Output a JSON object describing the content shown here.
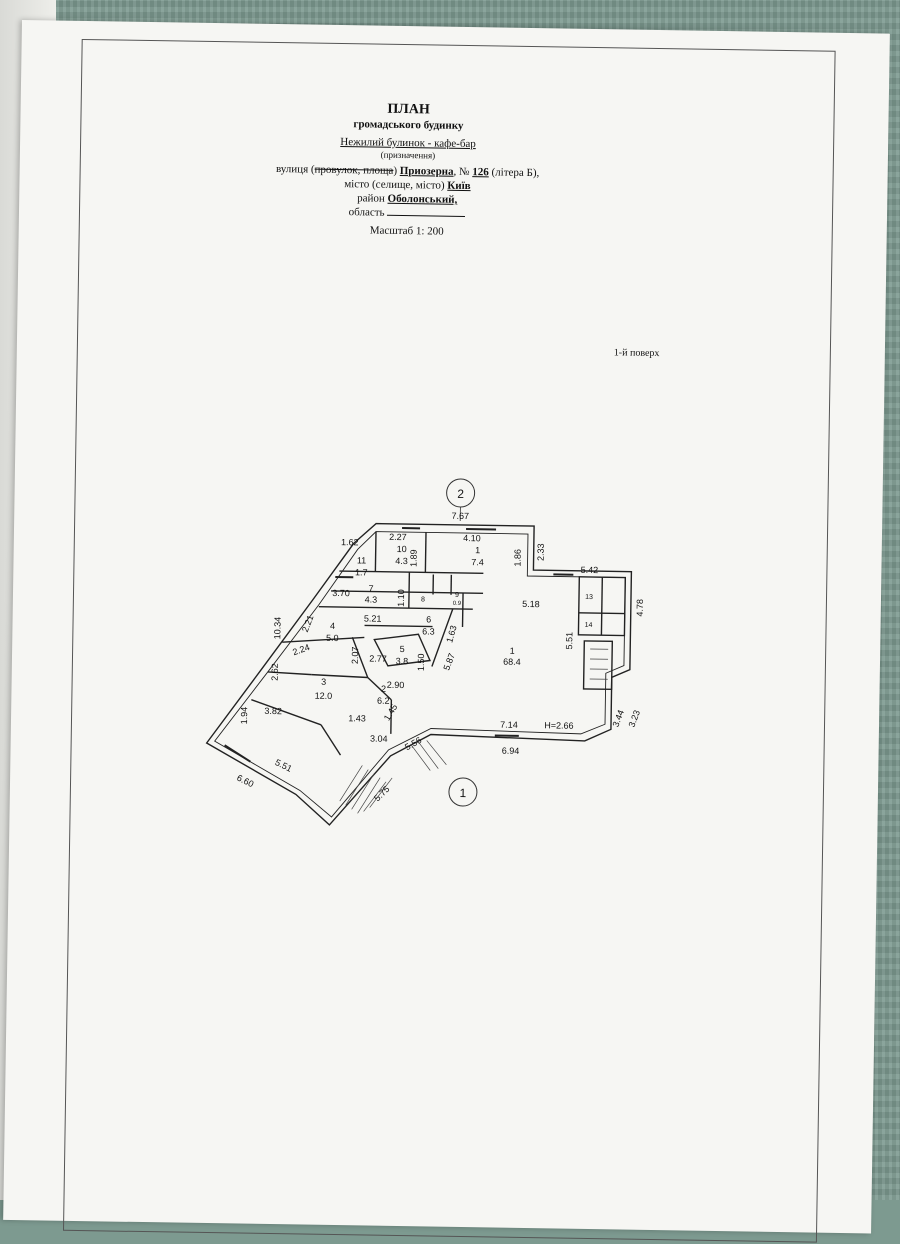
{
  "header": {
    "title": "ПЛАН",
    "subtitle": "громадського будинку",
    "building_type": "Нежилий булинок - кафе-бар",
    "purpose_note": "(призначення)",
    "street_prefix": "вулиця (",
    "street_struck": "провулок, площа",
    "street_close": ")",
    "street_name": "Приозерна",
    "number_label": ", №",
    "number_value": "126",
    "letter": "(літера Б),",
    "city_prefix": "місто (селище, місто)",
    "city_name": "Київ",
    "district_prefix": "район",
    "district_name": "Оболонський,",
    "region_prefix": "область",
    "scale": "Масштаб 1: 200"
  },
  "floor_label": "1-й поверх",
  "axes": {
    "top": "2",
    "bottom": "1"
  },
  "rooms": {
    "r1_big_num": "1",
    "r1_big_area": "68.4",
    "r1_top_num": "1",
    "r1_top_area": "7.4",
    "r10_num": "10",
    "r10_area": "4.3",
    "r11_num": "11",
    "r11_area": "1.7",
    "r7_num": "7",
    "r7_area": "4.3",
    "r8_num": "8",
    "r9_num": "9",
    "r9_area": "0.9",
    "r6_num": "6",
    "r6_area": "6.3",
    "r4_num": "4",
    "r4_area": "5.0",
    "r5_num": "5",
    "r5_area": "3.8",
    "r3_num": "3",
    "r3_area": "12.0",
    "r2_num": "2",
    "r2_area": "6.2",
    "r13_num": "13",
    "r14_num": "14"
  },
  "dims": {
    "d767": "7.67",
    "d162": "1.62",
    "d227": "2.27",
    "d410": "4.10",
    "d189": "1.89",
    "d186": "1.86",
    "d233": "2.33",
    "d542": "5.42",
    "d478": "4.78",
    "d370": "3.70",
    "d110": "1.10",
    "d518": "5.18",
    "d551": "5.51",
    "d1034": "10.34",
    "d221": "2.21",
    "d521": "5.21",
    "d163": "1.63",
    "d224": "2.24",
    "d207": "2.07",
    "d277": "2.77",
    "d150": "1.50",
    "d587": "5.87",
    "d290": "2.90",
    "d262": "2.62",
    "d382": "3.82",
    "d143": "1.43",
    "d145": "1.45",
    "d194": "1.94",
    "d304": "3.04",
    "d556": "5.56",
    "d714": "7.14",
    "height": "H=2.66",
    "d344": "3.44",
    "d323": "3.23",
    "d694": "6.94",
    "d551b": "5.51",
    "d660": "6.60",
    "d575": "5.75"
  }
}
